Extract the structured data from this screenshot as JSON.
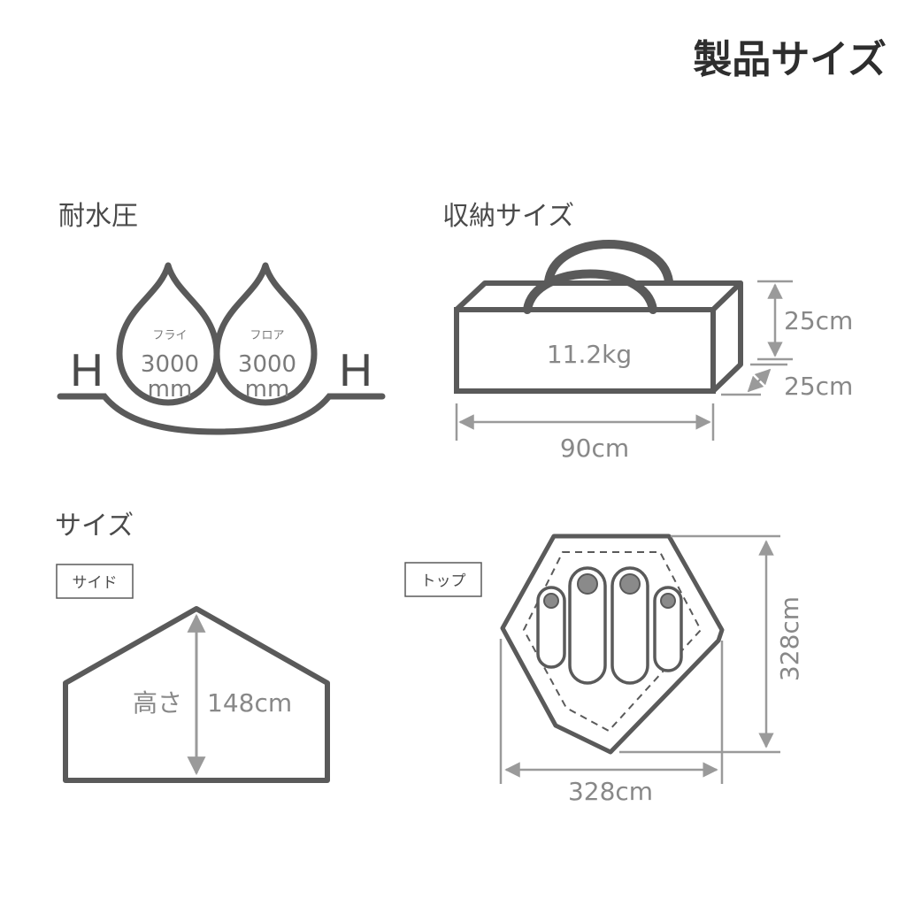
{
  "page": {
    "title": "製品サイズ"
  },
  "water_pressure": {
    "heading": "耐水圧",
    "h_left": "H",
    "h_right": "H",
    "fly": {
      "label": "フライ",
      "value": "3000",
      "unit": "mm"
    },
    "floor": {
      "label": "フロア",
      "value": "3000",
      "unit": "mm"
    }
  },
  "storage": {
    "heading": "収納サイズ",
    "weight": "11.2kg",
    "height": "25cm",
    "depth": "25cm",
    "width": "90cm"
  },
  "size": {
    "heading": "サイズ",
    "side_tab": "サイド",
    "top_tab": "トップ",
    "height_label": "高さ",
    "height_value": "148cm",
    "top_width": "328cm",
    "top_depth": "328cm"
  },
  "colors": {
    "outline": "#5a5a5a",
    "dimension": "#9a9a9a"
  }
}
